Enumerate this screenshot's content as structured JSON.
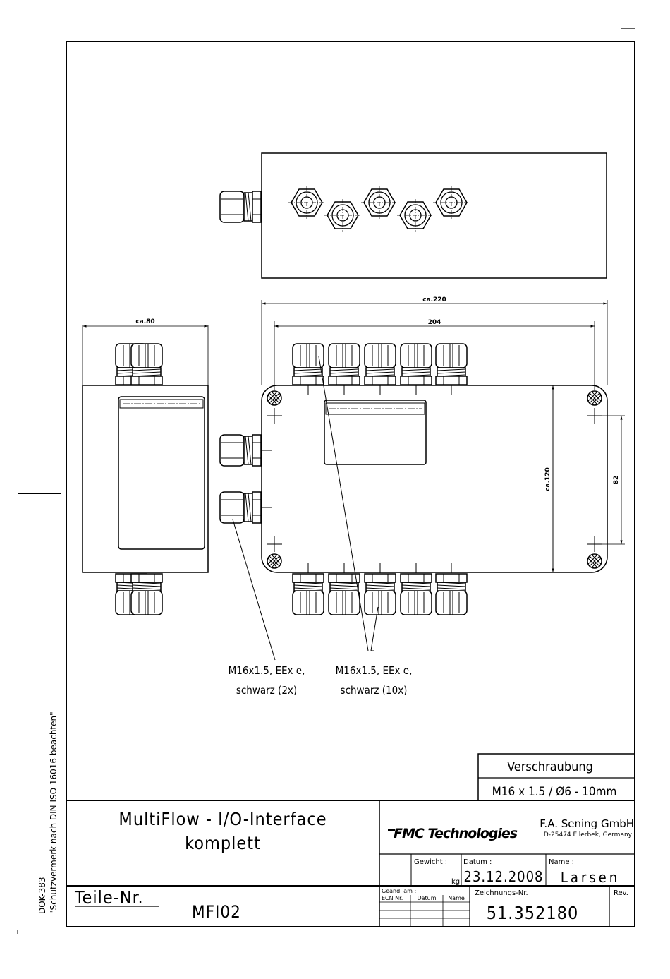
{
  "dimensions": {
    "overall_length": "ca.220",
    "hole_spacing_length": "204",
    "side_width": "ca.80",
    "height": "ca.120",
    "hole_spacing_height": "82"
  },
  "callouts": {
    "left_line1": "M16x1.5, EEx e,",
    "left_line2": "schwarz (2x)",
    "right_line1": "M16x1.5, EEx e,",
    "right_line2": "schwarz (10x)"
  },
  "spec_box": {
    "title": "Verschraubung",
    "value": "M16 x 1.5 / Ø6 - 10mm"
  },
  "title_block": {
    "title_line1": "MultiFlow - I/O-Interface",
    "title_line2": "komplett",
    "logo_text": "FMC Technologies",
    "company_name": "F.A. Sening GmbH",
    "company_address": "D-25474 Ellerbek, Germany",
    "weight_label": "Gewicht :",
    "weight_unit": "kg",
    "date_label": "Datum :",
    "date_value": "23.12.2008",
    "name_label": "Name :",
    "name_value": "Larsen",
    "part_no_label": "Teile-Nr.",
    "part_no_value": "MFI02",
    "change_label": "Geänd. am :",
    "ecn_label": "ECN Nr.",
    "ecn_date_label": "Datum",
    "ecn_name_label": "Name",
    "drawing_no_label": "Zeichnungs-Nr.",
    "drawing_no_value": "51.352180",
    "rev_label": "Rev."
  },
  "margin_text": {
    "doc_id": "DOK-383",
    "protection_note": "\"Schutzvermerk nach DIN ISO 16016 beachten\""
  }
}
